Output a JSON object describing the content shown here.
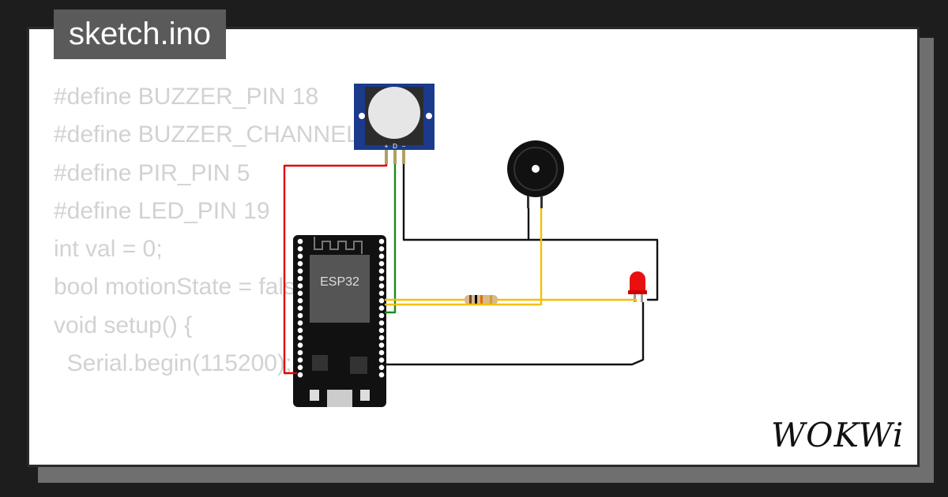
{
  "file_tab": {
    "label": "sketch.ino"
  },
  "code_lines": [
    "#define BUZZER_PIN 18",
    "#define BUZZER_CHANNEL 0",
    "#define PIR_PIN 5",
    "#define LED_PIN 19",
    "",
    "int val = 0;",
    "",
    "bool motionState = false;",
    "",
    "void setup() {",
    "  Serial.begin(115200);"
  ],
  "board": {
    "label": "ESP32"
  },
  "pir_sensor": {
    "pin_labels": [
      "+",
      "D",
      "−"
    ]
  },
  "logo": {
    "text": "WOKWi"
  },
  "wire_colors": {
    "power": "#e00000",
    "signal_pir": "#1a8a1a",
    "signal": "#f5c000",
    "ground": "#111111"
  }
}
